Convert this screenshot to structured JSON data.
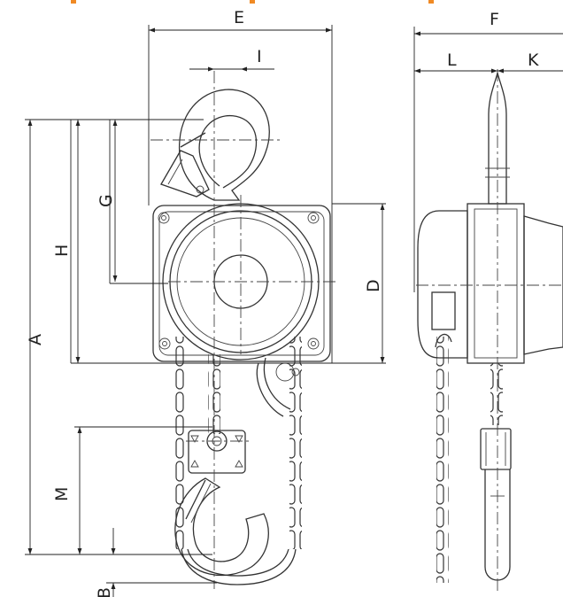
{
  "drawing": {
    "labels": {
      "A": "A",
      "B": "B",
      "D": "D",
      "E": "E",
      "F": "F",
      "G": "G",
      "H": "H",
      "I": "I",
      "K": "K",
      "L": "L",
      "M": "M"
    },
    "accent_color": "#f08a24",
    "line_color": "#333333",
    "views": [
      "front-view",
      "side-view"
    ]
  }
}
